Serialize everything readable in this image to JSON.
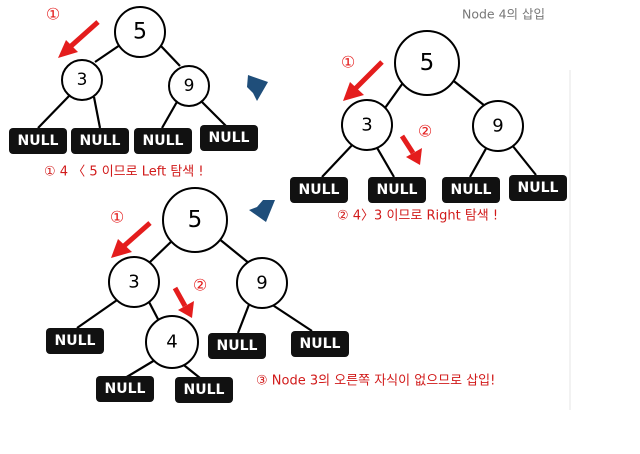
{
  "title": "Node 4의 삽입",
  "null_label": "NULL",
  "markers": {
    "one": "①",
    "two": "②"
  },
  "captions": {
    "step1": "① 4 〈 5 이므로 Left 탐색 !",
    "step2": "② 4〉3 이므로 Right 탐색 !",
    "step3": "③ Node 3의 오른쪽 자식이 없으므로 삽입!"
  },
  "trees": [
    {
      "root": "5",
      "left": "3",
      "right": "9"
    },
    {
      "root": "5",
      "left": "3",
      "right": "9"
    },
    {
      "root": "5",
      "left": "3",
      "right": "9",
      "inserted": "4"
    }
  ],
  "colors": {
    "accent": "#e41d1d",
    "caption": "#d11a1a",
    "transition_arrow": "#1f4e7a",
    "null_box": "#111111"
  }
}
